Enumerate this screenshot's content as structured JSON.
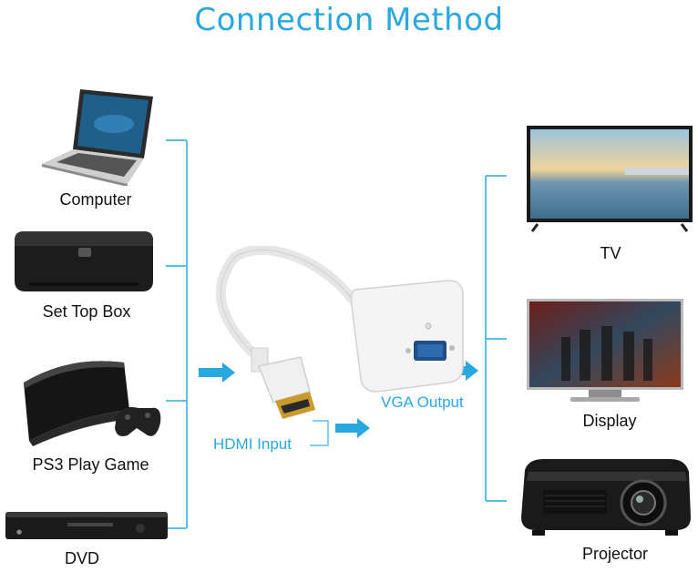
{
  "title": "Connection Method",
  "inputs": [
    {
      "label": "Computer",
      "icon": "laptop-icon"
    },
    {
      "label": "Set Top Box",
      "icon": "set-top-box-icon"
    },
    {
      "label": "PS3 Play Game",
      "icon": "game-console-icon"
    },
    {
      "label": "DVD",
      "icon": "dvd-player-icon"
    }
  ],
  "outputs": [
    {
      "label": "TV",
      "icon": "tv-icon"
    },
    {
      "label": "Display",
      "icon": "monitor-icon"
    },
    {
      "label": "Projector",
      "icon": "projector-icon"
    }
  ],
  "adapter": {
    "input_label": "HDMI Input",
    "output_label": "VGA Output",
    "icon": "hdmi-to-vga-adapter-icon"
  },
  "colors": {
    "accent": "#29a8e0",
    "line": "#5bbde8"
  }
}
